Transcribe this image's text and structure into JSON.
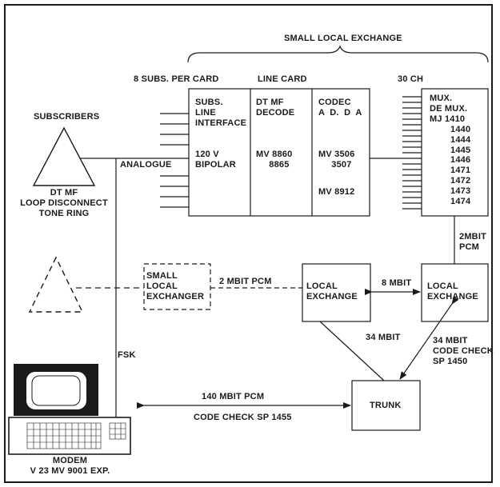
{
  "header": {
    "small_local_exchange": "SMALL LOCAL EXCHANGE"
  },
  "card": {
    "subs_per_card": "8 SUBS. PER CARD",
    "line_card": "LINE CARD",
    "channels": "30 CH",
    "col1_title": "SUBS.\nLINE\nINTERFACE",
    "col1_value": "120 V\nBIPOLAR",
    "col2_title": "DT MF\nDECODE",
    "col2_value": "MV 8860\n     8865",
    "col3_title": "CODEC\nA  D.  D  A",
    "col3_value": "MV 3506\n     3507",
    "col3_value2": "MV 8912"
  },
  "mux": {
    "text": "MUX.\nDE MUX.\nMJ 1410\n        1440\n        1444\n        1445\n        1446\n        1471\n        1472\n        1473\n        1474"
  },
  "subscribers": {
    "title": "SUBSCRIBERS",
    "caption": "DT MF\nLOOP DISCONNECT\nTONE RING",
    "analogue": "ANALOGUE",
    "fsk": "FSK"
  },
  "network": {
    "small_local_exchanger": "SMALL\nLOCAL\nEXCHANGER",
    "link_2mbit_pcm": "2 MBIT PCM",
    "local_exchange_1": "LOCAL\nEXCHANGE",
    "link_8mbit": "8 MBIT",
    "local_exchange_2": "LOCAL\nEXCHANGE",
    "mux_link": "2MBIT\nPCM",
    "link_34mbit_left": "34 MBIT",
    "link_34mbit_right": "34 MBIT\nCODE CHECK\nSP 1450",
    "trunk": "TRUNK",
    "link_140": "140 MBIT PCM",
    "link_140_check": "CODE CHECK SP 1455"
  },
  "modem": {
    "caption": "MODEM\nV 23 MV 9001 EXP."
  }
}
